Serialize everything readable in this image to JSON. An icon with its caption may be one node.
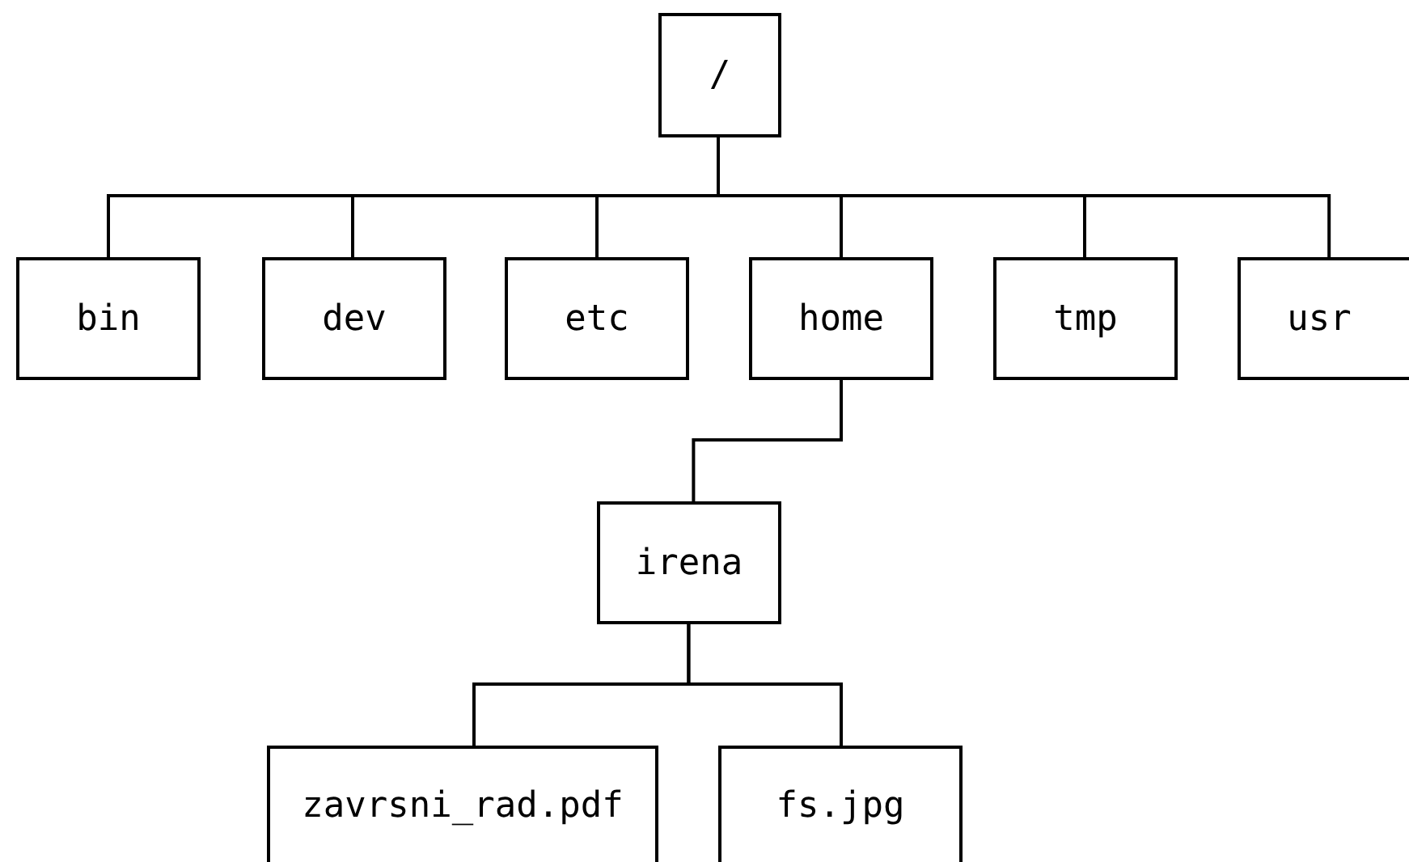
{
  "diagram": {
    "nodes": [
      {
        "text": [
          "/"
        ]
      },
      {
        "text": [
          "bin"
        ]
      },
      {
        "text": [
          "dev"
        ]
      },
      {
        "text": [
          "etc"
        ]
      },
      {
        "text": [
          "home"
        ]
      },
      {
        "text": [
          "tmp"
        ]
      },
      {
        "text": [
          "usr"
        ]
      },
      {
        "text": [
          "irena"
        ]
      },
      {
        "text": [
          "zavrsni_rad.pdf"
        ]
      },
      {
        "text": [
          "fs.jpg"
        ]
      }
    ],
    "edges": [
      {
        "from": 0,
        "to": 1,
        "arrow": "none"
      },
      {
        "from": 0,
        "to": 2,
        "arrow": "none"
      },
      {
        "from": 0,
        "to": 3,
        "arrow": "none"
      },
      {
        "from": 0,
        "to": 4,
        "arrow": "none"
      },
      {
        "from": 0,
        "to": 5,
        "arrow": "none"
      },
      {
        "from": 0,
        "to": 6,
        "arrow": "none"
      },
      {
        "from": 4,
        "to": 7,
        "arrow": "none"
      },
      {
        "from": 7,
        "to": 8,
        "arrow": "none"
      },
      {
        "from": 7,
        "to": 9,
        "arrow": "none"
      }
    ]
  }
}
